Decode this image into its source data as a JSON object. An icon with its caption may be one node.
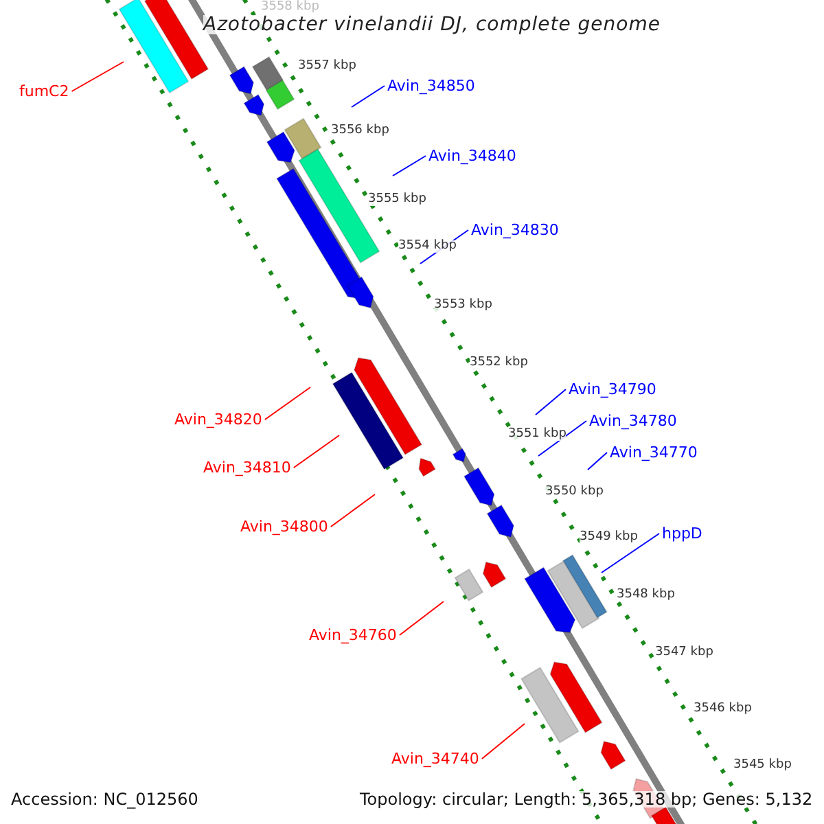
{
  "diagram": {
    "title": "Azotobacter vinelandii DJ, complete genome",
    "nodes": [
      {
        "text": [
          "Avin_34850"
        ]
      },
      {
        "text": [
          "fumC2"
        ]
      },
      {
        "text": [
          "Avin_34840"
        ]
      },
      {
        "text": [
          "Avin_34830"
        ]
      },
      {
        "text": [
          "Avin_34790"
        ]
      },
      {
        "text": [
          "Avin_34820"
        ]
      },
      {
        "text": [
          "Avin_34780"
        ]
      },
      {
        "text": [
          "Avin_34770"
        ]
      },
      {
        "text": [
          "Avin_34810"
        ]
      },
      {
        "text": [
          "Avin_34800"
        ]
      },
      {
        "text": [
          "hppD"
        ]
      },
      {
        "text": [
          "Avin_34760"
        ]
      },
      {
        "text": [
          "Avin_34740"
        ]
      }
    ],
    "edges": [
      {
        "from": 0,
        "to": null,
        "arrow": "none"
      },
      {
        "from": 1,
        "to": null,
        "arrow": "none",
        "color": "#ff0000"
      },
      {
        "from": 2,
        "to": null,
        "arrow": "none"
      },
      {
        "from": 3,
        "to": null,
        "arrow": "none"
      },
      {
        "from": 4,
        "to": null,
        "arrow": "none"
      },
      {
        "from": 5,
        "to": null,
        "arrow": "none",
        "color": "#ff0000"
      },
      {
        "from": 6,
        "to": null,
        "arrow": "none"
      },
      {
        "from": 7,
        "to": null,
        "arrow": "none"
      },
      {
        "from": 8,
        "to": null,
        "arrow": "none",
        "color": "#ff0000"
      },
      {
        "from": 9,
        "to": null,
        "arrow": "none",
        "color": "#ff0000"
      },
      {
        "from": 10,
        "to": null,
        "arrow": "none"
      },
      {
        "from": 11,
        "to": null,
        "arrow": "none",
        "color": "#ff0000"
      },
      {
        "from": 12,
        "to": null,
        "arrow": "none",
        "color": "#ff0000"
      }
    ],
    "labels": [
      "3558 kbp",
      "3557 kbp",
      "3556 kbp",
      "3555 kbp",
      "3554 kbp",
      "3553 kbp",
      "3552 kbp",
      "3551 kbp",
      "3550 kbp",
      "3549 kbp",
      "3548 kbp",
      "3547 kbp",
      "3546 kbp",
      "3545 kbp",
      "Accession: NC_012560",
      "Topology: circular; Length: 5,365,318 bp; Genes: 5,132"
    ]
  }
}
